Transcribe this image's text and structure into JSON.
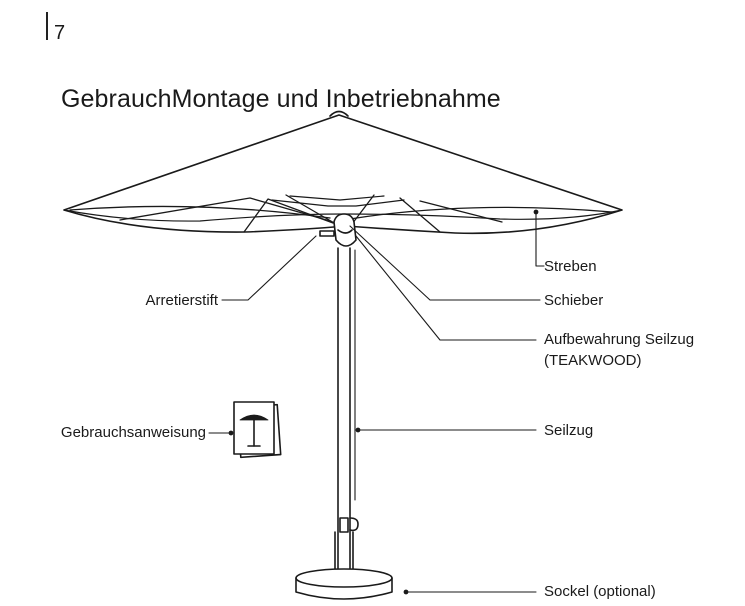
{
  "page": {
    "number": "7",
    "title": "GebrauchMontage und Inbetriebnahme"
  },
  "labels": {
    "struts": "Streben",
    "locking_pin": "Arretierstift",
    "slider": "Schieber",
    "cord_storage_line1": "Aufbewahrung Seilzug",
    "cord_storage_line2": "(TEAKWOOD)",
    "instructions": "Gebrauchsanweisung",
    "pull_cord": "Seilzug",
    "base": "Sockel (optional)"
  },
  "colors": {
    "ink": "#1a1a1a",
    "canopy_fill": "#ffffff"
  },
  "icons": {
    "manual": "instruction-booklet-icon"
  }
}
